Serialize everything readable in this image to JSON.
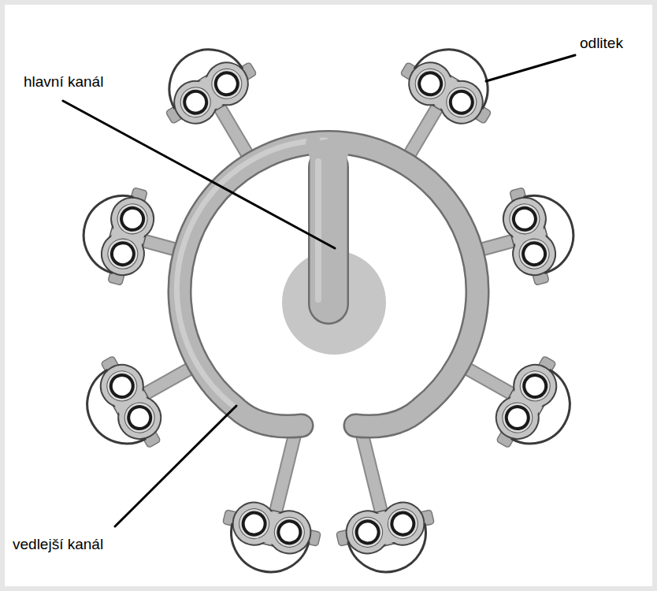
{
  "diagram": {
    "labels": [
      "odlitek",
      "hlavní kanál",
      "vedlejší kanál"
    ]
  }
}
